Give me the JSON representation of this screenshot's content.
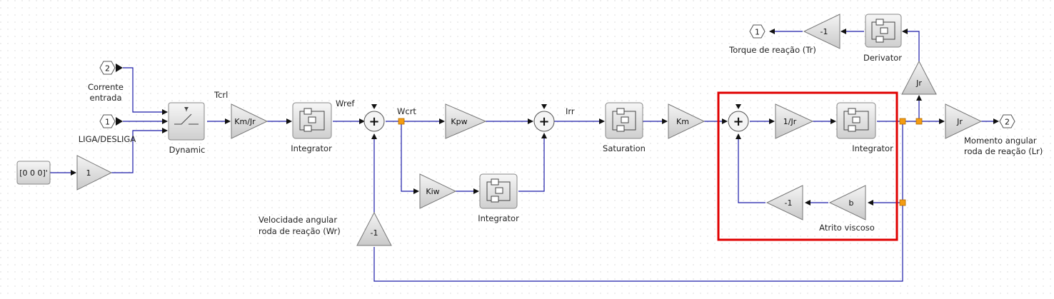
{
  "blocks": {
    "in2": "2",
    "in1": "1",
    "const": "[0 0 0]'",
    "gain1": "1",
    "dynamic": "Dynamic",
    "kmjr": "Km/Jr",
    "integrator1": "Integrator",
    "kpw": "Kpw",
    "kiw": "Kiw",
    "integrator2": "Integrator",
    "saturation": "Saturation",
    "km": "Km",
    "invjr": "1/Jr",
    "integrator3": "Integrator",
    "gain_b": "b",
    "gain_m1": "-1",
    "gain_m1_vel": "-1",
    "jr_up": "Jr",
    "jr_right": "Jr",
    "derivator": "Derivator",
    "gain_m1_top": "-1",
    "out1": "1",
    "out2": "2"
  },
  "labels": {
    "corrente_1": "Corrente",
    "corrente_2": "entrada",
    "liga": "LIGA/DESLIGA",
    "tcrl": "Tcrl",
    "wref": "Wref",
    "wcrt": "Wcrt",
    "irr": "Irr",
    "torque": "Torque de reação (Tr)",
    "vel_1": "Velocidade angular",
    "vel_2": "roda de reação (Wr)",
    "mom_1": "Momento angular",
    "mom_2": "roda de reação (Lr)",
    "atrito": "Atrito viscoso"
  },
  "colors": {
    "wire": "#1a1aa8",
    "selection": "#e00000",
    "split": "#f39c12"
  }
}
